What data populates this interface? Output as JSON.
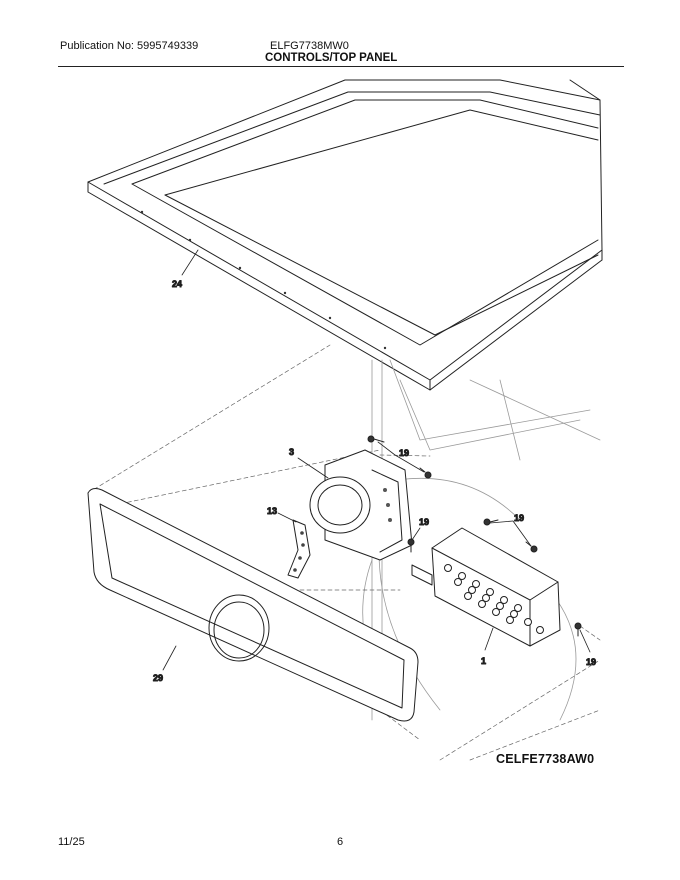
{
  "header": {
    "publication": "Publication No: 5995749339",
    "model": "ELFG7738MW0",
    "section_title": "CONTROLS/TOP PANEL"
  },
  "callouts": {
    "top_panel": "24",
    "knob_housing": "3",
    "screw_top": "19",
    "screw_mid_left": "19",
    "screw_mid_right": "19",
    "screw_bottom": "19",
    "led_guide": "13",
    "console": "29",
    "control_board": "1"
  },
  "diagram_code": "CELFE7738AW0",
  "footer": {
    "date": "11/25",
    "page": "6"
  }
}
